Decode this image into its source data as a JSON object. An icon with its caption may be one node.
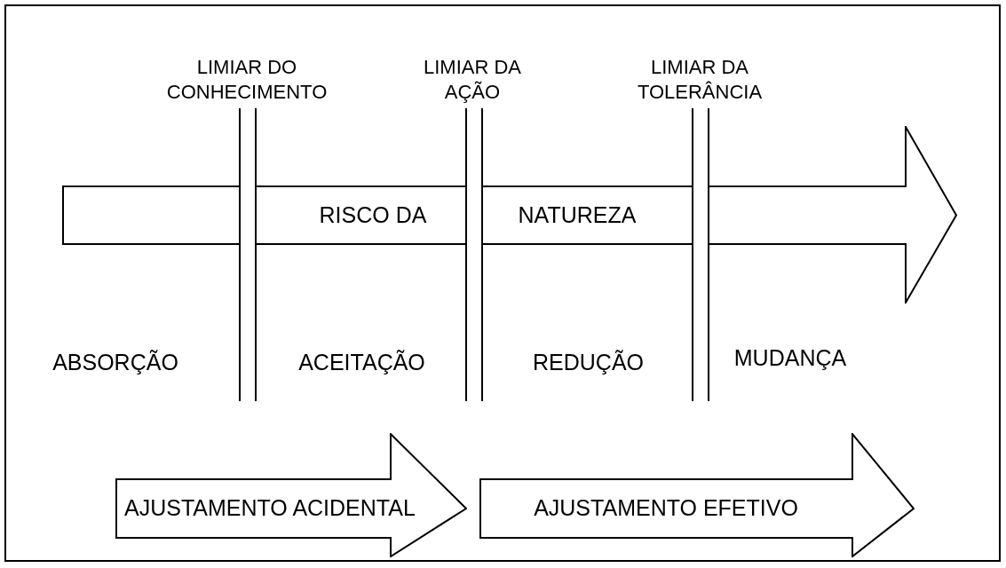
{
  "diagram": {
    "nodes": [
      {
        "text": [
          "RISCO DA",
          "NATUREZA"
        ]
      },
      {
        "text": [
          "AJUSTAMENTO ACIDENTAL"
        ]
      },
      {
        "text": [
          "AJUSTAMENTO EFETIVO"
        ]
      }
    ],
    "labels": [
      "LIMIAR DO CONHECIMENTO",
      "LIMIAR DA AÇÃO",
      "LIMIAR DA TOLERÂNCIA",
      "ABSORÇÃO",
      "ACEITAÇÃO",
      "REDUÇÃO",
      "MUDANÇA"
    ]
  }
}
